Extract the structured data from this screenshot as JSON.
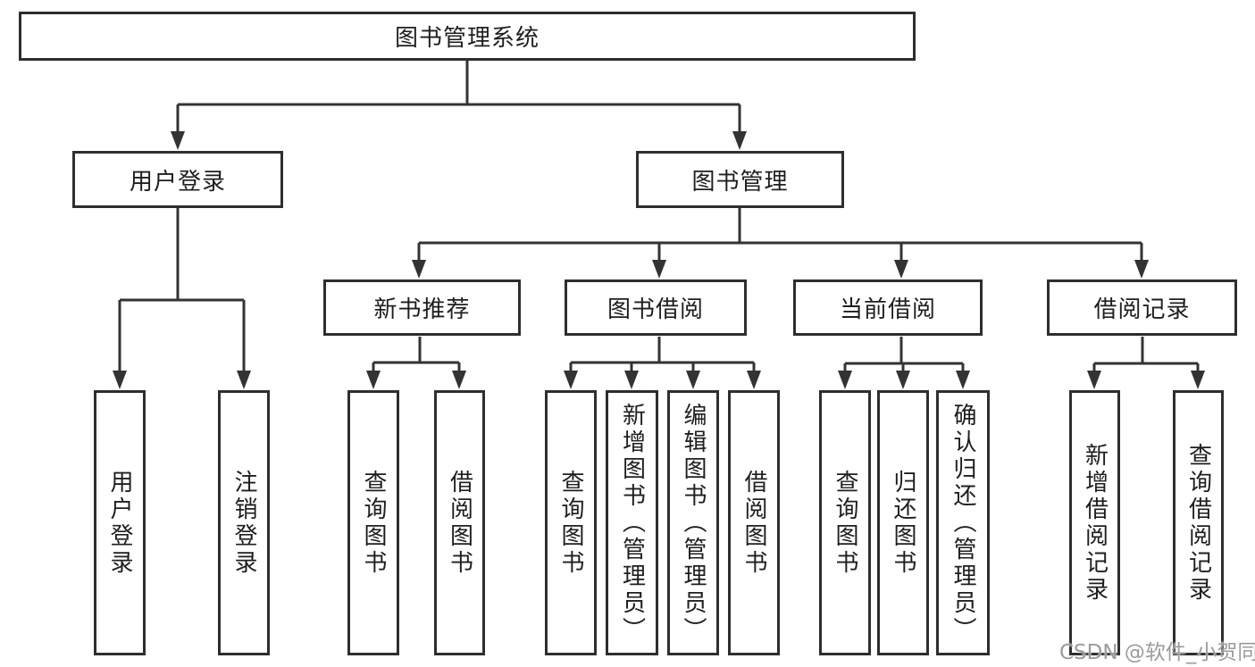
{
  "diagram": {
    "root": {
      "label": "图书管理系统"
    },
    "branches": [
      {
        "label": "用户登录",
        "children": [
          {
            "label": "用户登录"
          },
          {
            "label": "注销登录"
          }
        ]
      },
      {
        "label": "图书管理",
        "sections": [
          {
            "label": "新书推荐",
            "children": [
              {
                "label": "查询图书"
              },
              {
                "label": "借阅图书"
              }
            ]
          },
          {
            "label": "图书借阅",
            "children": [
              {
                "label": "查询图书"
              },
              {
                "label": "新增图书（管理员）"
              },
              {
                "label": "编辑图书（管理员）"
              },
              {
                "label": "借阅图书"
              }
            ]
          },
          {
            "label": "当前借阅",
            "children": [
              {
                "label": "查询图书"
              },
              {
                "label": "归还图书"
              },
              {
                "label": "确认归还（管理员）"
              }
            ]
          },
          {
            "label": "借阅记录",
            "children": [
              {
                "label": "新增借阅记录"
              },
              {
                "label": "查询借阅记录"
              }
            ]
          }
        ]
      }
    ]
  },
  "watermark": {
    "text": "CSDN @软件_小贺同学"
  },
  "colors": {
    "line": "#333333",
    "box_border": "#2e2e2e",
    "text": "#1e1e1e",
    "background": "#ffffff",
    "watermark": "#9b9b9b"
  }
}
